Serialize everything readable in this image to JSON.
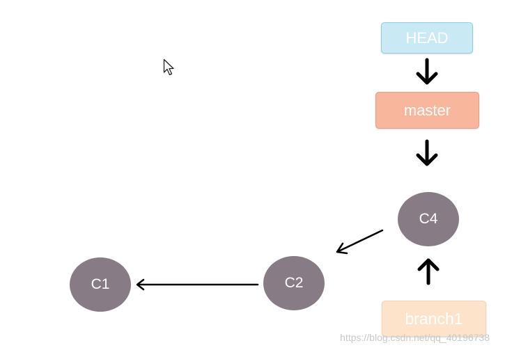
{
  "refs": {
    "head": {
      "label": "HEAD",
      "color": "#c9e9f5"
    },
    "master": {
      "label": "master",
      "color": "#f8b79c"
    },
    "branch1": {
      "label": "branch1",
      "color": "#fde3c9"
    }
  },
  "commits": {
    "c4": {
      "label": "C4",
      "color": "#877c85"
    },
    "c2": {
      "label": "C2",
      "color": "#877c85"
    },
    "c1": {
      "label": "C1",
      "color": "#877c85"
    }
  },
  "watermark": {
    "text": "https://blog.csdn.net/qq_40196738"
  },
  "icons": {
    "cursor": "mouse-pointer-icon",
    "arrows": [
      "arrow-head-to-master",
      "arrow-master-to-c4",
      "arrow-branch1-to-c4",
      "arrow-c4-to-c2",
      "arrow-c2-to-c1"
    ]
  },
  "colors": {
    "arrow": "#000000",
    "background": "#ffffff"
  }
}
